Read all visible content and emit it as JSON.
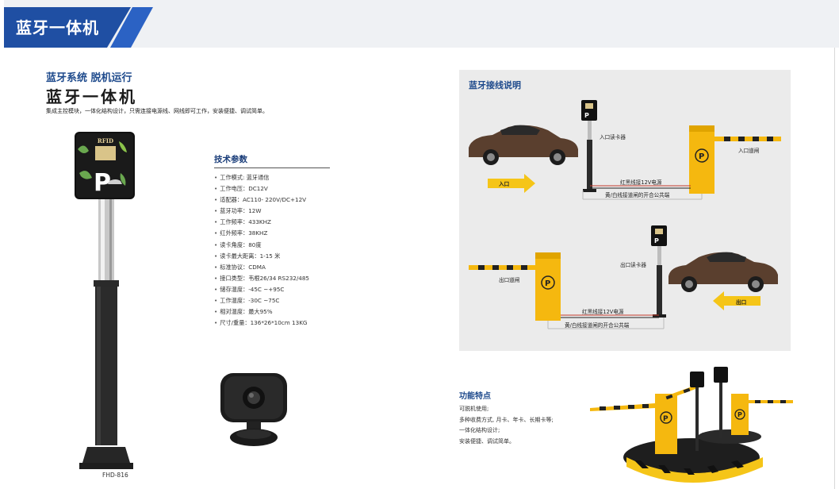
{
  "header": {
    "title": "蓝牙一体机"
  },
  "product": {
    "subtitle": "蓝牙系统 脱机运行",
    "title": "蓝牙一体机",
    "intro": "集成主控模块，一体化结构设计，只需连接电源线、网线即可工作，安装便捷、调试简单。",
    "model": "FHD-816",
    "panel_brand": "RFID",
    "panel_symbol": "P"
  },
  "specs": {
    "title": "技术参数",
    "items": [
      "工作模式: 蓝牙通信",
      "工作电压：DC12V",
      "适配器：AC110- 220V/DC+12V",
      "蓝牙功率：12W",
      "工作频率：433KHZ",
      "红外频率：38KHZ",
      "读卡角度：80度",
      "读卡最大距离：1-15 米",
      "标准协议：CDMA",
      "接口类型：韦根26/34 RS232/485",
      "储存温度：-45C ~+95C",
      "工作温度：-30C ~75C",
      "相对温度：最大95%",
      "尺寸/重量：136*26*10cm 13KG"
    ]
  },
  "wiring": {
    "title": "蓝牙接线说明",
    "entry_reader": "入口读卡器",
    "entry_gate": "入口道闸",
    "entry_arrow": "入口",
    "entry_power": "红黑线接12V电源",
    "entry_signal": "黄/白线接道闸的开合公共端",
    "exit_reader": "出口读卡器",
    "exit_gate": "出口道闸",
    "exit_arrow": "出口",
    "exit_power": "红黑线接12V电源",
    "exit_signal": "黄/白线接道闸的开合公共端",
    "gate_symbol": "P"
  },
  "features": {
    "title": "功能特点",
    "items": [
      "可脱机使用;",
      "多种收费方式, 月卡、年卡、长期卡等;",
      "一体化结构设计;",
      "安装便捷、调试简单。"
    ]
  },
  "colors": {
    "brand_blue": "#1e4a8c",
    "header_blue": "#1f4fa3",
    "gate_yellow": "#f5b80f",
    "arrow_yellow": "#f5c518",
    "panel_gray": "#ebebeb"
  }
}
